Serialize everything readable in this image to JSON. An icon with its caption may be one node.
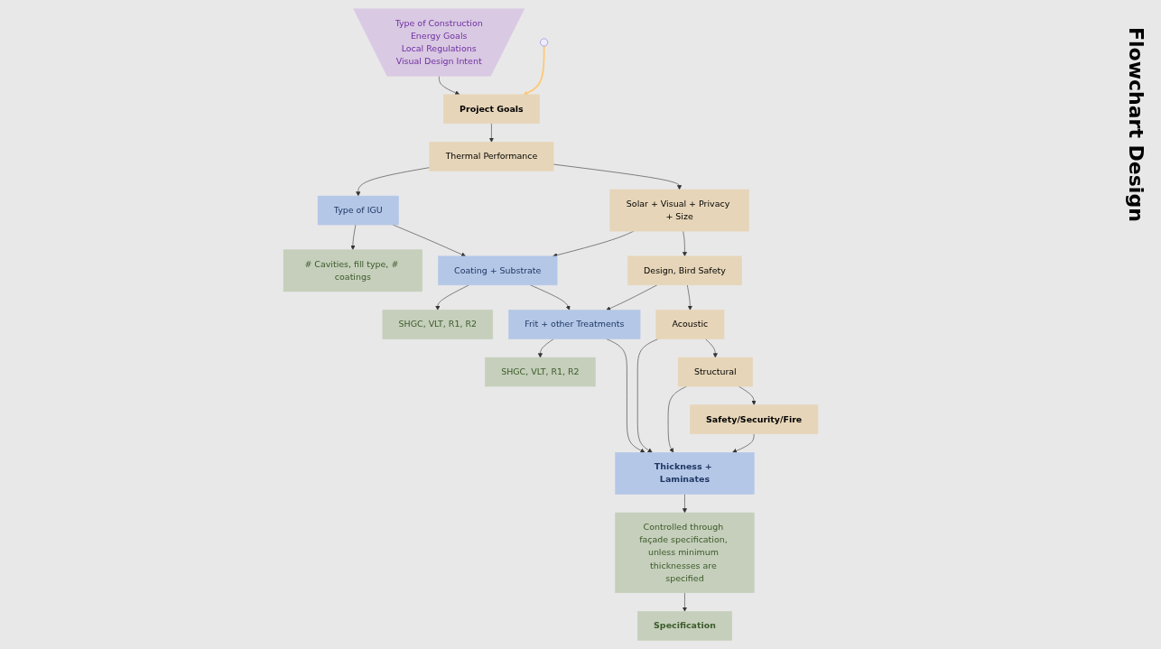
{
  "diagram": {
    "title": "Flowchart Design",
    "nodes": [
      {
        "text": [
          "Project Goals"
        ]
      },
      {
        "text": [
          "Type of Construction",
          "Energy Goals",
          "Local Regulations",
          "Visual Design Intent"
        ]
      },
      {
        "text": [
          "Thermal Performance"
        ]
      },
      {
        "text": [
          "Type of IGU"
        ]
      },
      {
        "text": [
          "# Cavities, fill type, # coatings"
        ]
      },
      {
        "text": [
          "Solar + Visual + Privacy + Size"
        ]
      },
      {
        "text": [
          "Coating + Substrate"
        ]
      },
      {
        "text": [
          "SHGC, VLT, R1, R2"
        ]
      },
      {
        "text": [
          "Design, Bird Safety"
        ]
      },
      {
        "text": [
          "Frit + other Treatments"
        ]
      },
      {
        "text": [
          "SHGC, VLT, R1, R2"
        ]
      },
      {
        "text": [
          "Acoustic"
        ]
      },
      {
        "text": [
          "Structural"
        ]
      },
      {
        "text": [
          "Safety/Security/Fire"
        ]
      },
      {
        "text": [
          "Thickness + Laminates"
        ]
      },
      {
        "text": [
          "Controlled through façade specification, unless minimum thicknesses are specified"
        ]
      },
      {
        "text": [
          "Specification"
        ]
      }
    ],
    "edges": [
      {
        "from": 1,
        "to": 0,
        "arrow": "to"
      },
      {
        "from": 0,
        "to": 2,
        "arrow": "to"
      },
      {
        "from": 2,
        "to": 3,
        "arrow": "to"
      },
      {
        "from": 3,
        "to": 4,
        "arrow": "to"
      },
      {
        "from": 2,
        "to": 5,
        "arrow": "to"
      },
      {
        "from": 3,
        "to": 6,
        "arrow": "to"
      },
      {
        "from": 5,
        "to": 6,
        "arrow": "to"
      },
      {
        "from": 6,
        "to": 7,
        "arrow": "to"
      },
      {
        "from": 5,
        "to": 8,
        "arrow": "to"
      },
      {
        "from": 6,
        "to": 9,
        "arrow": "to"
      },
      {
        "from": 8,
        "to": 9,
        "arrow": "to"
      },
      {
        "from": 9,
        "to": 10,
        "arrow": "to"
      },
      {
        "from": 8,
        "to": 11,
        "arrow": "to"
      },
      {
        "from": 9,
        "to": 14,
        "arrow": "to"
      },
      {
        "from": 11,
        "to": 12,
        "arrow": "to"
      },
      {
        "from": 12,
        "to": 13,
        "arrow": "to"
      },
      {
        "from": 11,
        "to": 14,
        "arrow": "to"
      },
      {
        "from": 12,
        "to": 14,
        "arrow": "to"
      },
      {
        "from": 13,
        "to": 14,
        "arrow": "to"
      },
      {
        "from": 14,
        "to": 15,
        "arrow": "to"
      },
      {
        "from": 15,
        "to": 16,
        "arrow": "to"
      },
      {
        "from": null,
        "to": 0,
        "arrow": "to",
        "color": "#ffc875"
      }
    ]
  }
}
